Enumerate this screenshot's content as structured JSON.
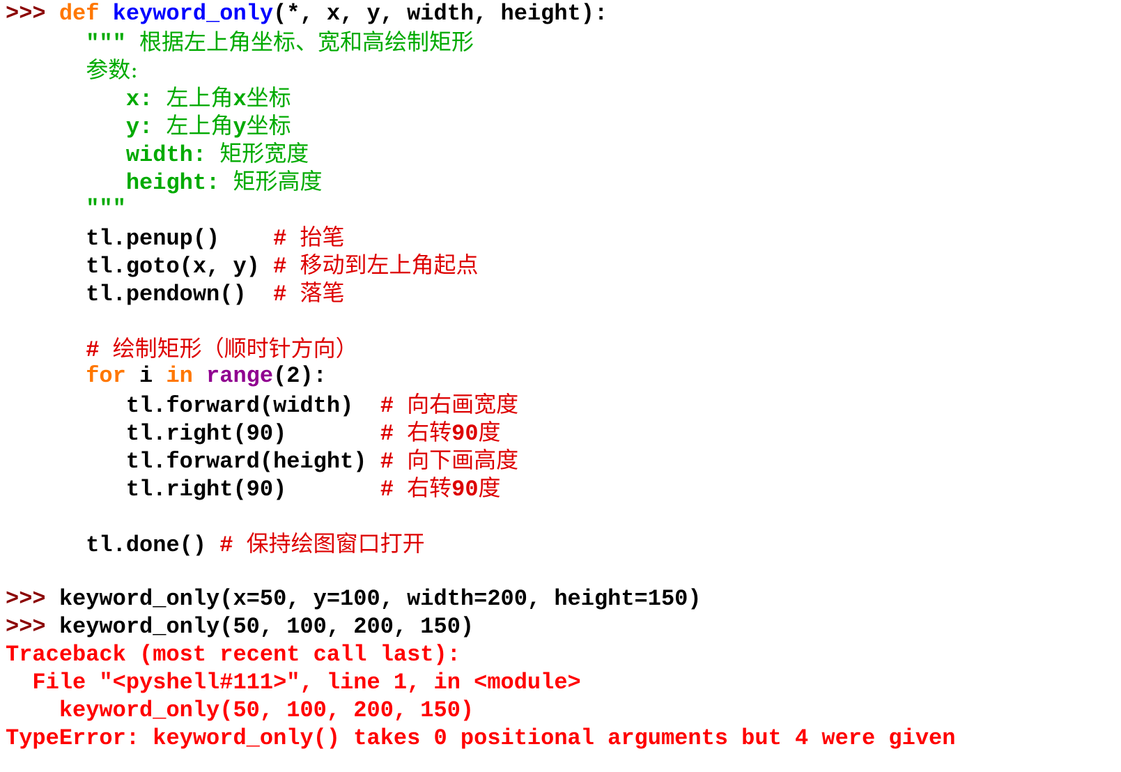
{
  "window": {
    "title": "Python Shell"
  },
  "colors": {
    "prompt": "#8b0000",
    "keyword": "#ff7700",
    "definition": "#0000ff",
    "builtin": "#900090",
    "string": "#00aa00",
    "comment": "#dd0000",
    "error": "#ff0000",
    "code": "#000000"
  },
  "shell": {
    "prompt": ">>>",
    "def_line": {
      "keyword": "def",
      "name": "keyword_only",
      "params": "(*, x, y, width, height):"
    },
    "docstring": {
      "open_quotes": "\"\"\"",
      "summary": "根据左上角坐标、宽和高绘制矩形",
      "params_title": "参数:",
      "params": [
        {
          "name": "x:",
          "desc": "左上角",
          "desc_mono": "x",
          "desc_tail": "坐标"
        },
        {
          "name": "y:",
          "desc": "左上角",
          "desc_mono": "y",
          "desc_tail": "坐标"
        },
        {
          "name": "width:",
          "desc": "矩形宽度",
          "desc_mono": "",
          "desc_tail": ""
        },
        {
          "name": "height:",
          "desc": "矩形高度",
          "desc_mono": "",
          "desc_tail": ""
        }
      ],
      "close_quotes": "\"\"\""
    },
    "setup_lines": [
      {
        "code": "tl.penup()",
        "hash": "#",
        "comment": "抬笔"
      },
      {
        "code": "tl.goto(x, y)",
        "hash": "#",
        "comment": "移动到左上角起点"
      },
      {
        "code": "tl.pendown()",
        "hash": "#",
        "comment": "落笔"
      }
    ],
    "draw_comment": {
      "hash": "#",
      "text": "绘制矩形（顺时针方向）"
    },
    "for_line": {
      "for": "for",
      "var": "i",
      "in": "in",
      "range": "range",
      "args": "(2):"
    },
    "loop_lines": [
      {
        "code": "tl.forward(width)",
        "hash": "#",
        "comment": "向右画宽度",
        "num": ""
      },
      {
        "code": "tl.right(90)",
        "hash": "#",
        "comment": "右转",
        "num": "90",
        "tail": "度"
      },
      {
        "code": "tl.forward(height)",
        "hash": "#",
        "comment": "向下画高度",
        "num": ""
      },
      {
        "code": "tl.right(90)",
        "hash": "#",
        "comment": "右转",
        "num": "90",
        "tail": "度"
      }
    ],
    "done_line": {
      "code": "tl.done()",
      "hash": "#",
      "comment": "保持绘图窗口打开"
    },
    "call_keyword": "keyword_only(x=50, y=100, width=200, height=150)",
    "call_positional": "keyword_only(50, 100, 200, 150)",
    "traceback": {
      "header": "Traceback (most recent call last):",
      "file_line": "File \"<pyshell#111>\", line 1, in <module>",
      "source_line": "keyword_only(50, 100, 200, 150)",
      "error": "TypeError: keyword_only() takes 0 positional arguments but 4 were given"
    }
  }
}
